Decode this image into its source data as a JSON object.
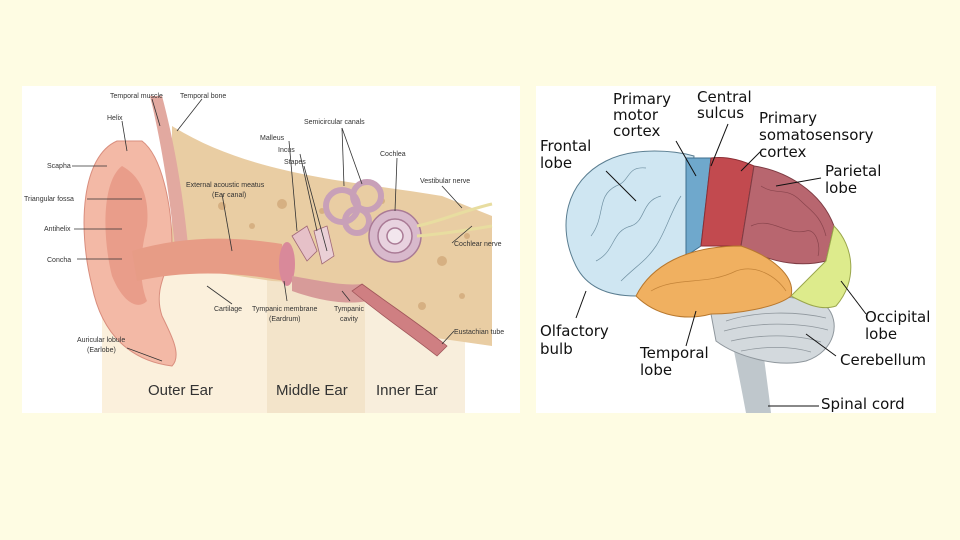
{
  "ear": {
    "labels": {
      "temporal_muscle": "Temporal muscle",
      "temporal_bone": "Temporal bone",
      "helix": "Helix",
      "semicircular_canals": "Semicircular canals",
      "malleus": "Malleus",
      "incus": "Incus",
      "stapes": "Stapes",
      "cochlea": "Cochlea",
      "scapha": "Scapha",
      "external_meatus": "External acoustic meatus",
      "ear_canal": "(Ear canal)",
      "vestibular_nerve": "Vestibular nerve",
      "triangular_fossa": "Triangular fossa",
      "antihelix": "Antihelix",
      "cochlear_nerve": "Cochlear nerve",
      "concha": "Concha",
      "cartilage": "Cartilage",
      "tympanic_membrane": "Tympanic membrane",
      "eardrum": "(Eardrum)",
      "tympanic_cavity_1": "Tympanic",
      "tympanic_cavity_2": "cavity",
      "eustachian_tube": "Eustachian tube",
      "auricular_lobule": "Auricular lobule",
      "earlobe": "(Earlobe)"
    },
    "sections": {
      "outer": "Outer Ear",
      "middle": "Middle Ear",
      "inner": "Inner Ear"
    }
  },
  "brain": {
    "labels": {
      "primary_motor_1": "Primary",
      "primary_motor_2": "motor",
      "primary_motor_3": "cortex",
      "central_sulcus_1": "Central",
      "central_sulcus_2": "sulcus",
      "somatosensory_1": "Primary",
      "somatosensory_2": "somatosensory",
      "somatosensory_3": "cortex",
      "frontal_1": "Frontal",
      "frontal_2": "lobe",
      "parietal_1": "Parietal",
      "parietal_2": "lobe",
      "occipital_1": "Occipital",
      "occipital_2": "lobe",
      "olfactory_1": "Olfactory",
      "olfactory_2": "bulb",
      "temporal_1": "Temporal",
      "temporal_2": "lobe",
      "cerebellum": "Cerebellum",
      "spinal_cord": "Spinal cord"
    },
    "colors": {
      "frontal": "#CFE6F2",
      "motor": "#6FA8CC",
      "somatosensory": "#C24A4F",
      "parietal": "#B8666F",
      "occipital": "#DDEB8C",
      "temporal": "#F0B060",
      "cerebellum": "#D3D9DD",
      "brainstem": "#BFC7CC"
    }
  }
}
